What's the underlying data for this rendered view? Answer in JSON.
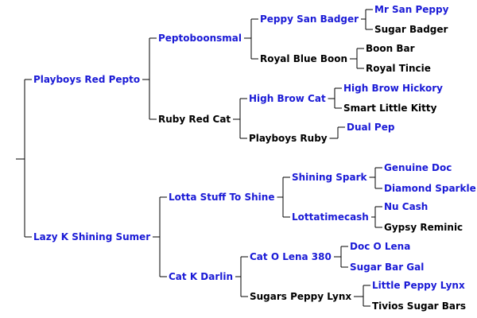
{
  "colors": {
    "link": "#1a1ad6",
    "plain": "#000000",
    "line": "#000000"
  },
  "pedigree": {
    "sire": {
      "name": "Playboys Red Pepto",
      "link": true,
      "sire": {
        "name": "Peptoboonsmal",
        "link": true,
        "sire": {
          "name": "Peppy San Badger",
          "link": true,
          "sire": {
            "name": "Mr San Peppy",
            "link": true
          },
          "dam": {
            "name": "Sugar Badger",
            "link": false
          }
        },
        "dam": {
          "name": "Royal Blue Boon",
          "link": false,
          "sire": {
            "name": "Boon Bar",
            "link": false
          },
          "dam": {
            "name": "Royal Tincie",
            "link": false
          }
        }
      },
      "dam": {
        "name": "Ruby Red Cat",
        "link": false,
        "sire": {
          "name": "High Brow Cat",
          "link": true,
          "sire": {
            "name": "High Brow Hickory",
            "link": true
          },
          "dam": {
            "name": "Smart Little Kitty",
            "link": false
          }
        },
        "dam": {
          "name": "Playboys Ruby",
          "link": false,
          "sire": {
            "name": "Dual Pep",
            "link": true
          }
        }
      }
    },
    "dam": {
      "name": "Lazy K Shining Sumer",
      "link": true,
      "sire": {
        "name": "Lotta Stuff To Shine",
        "link": true,
        "sire": {
          "name": "Shining Spark",
          "link": true,
          "sire": {
            "name": "Genuine Doc",
            "link": true
          },
          "dam": {
            "name": "Diamond Sparkle",
            "link": true
          }
        },
        "dam": {
          "name": "Lottatimecash",
          "link": true,
          "sire": {
            "name": "Nu Cash",
            "link": true
          },
          "dam": {
            "name": "Gypsy Reminic",
            "link": false
          }
        }
      },
      "dam": {
        "name": "Cat K Darlin",
        "link": true,
        "sire": {
          "name": "Cat O Lena 380",
          "link": true,
          "sire": {
            "name": "Doc O Lena",
            "link": true
          },
          "dam": {
            "name": "Sugar Bar Gal",
            "link": true
          }
        },
        "dam": {
          "name": "Sugars Peppy Lynx",
          "link": false,
          "sire": {
            "name": "Little Peppy Lynx",
            "link": true
          },
          "dam": {
            "name": "Tivios Sugar Bars",
            "link": false
          }
        }
      }
    }
  }
}
